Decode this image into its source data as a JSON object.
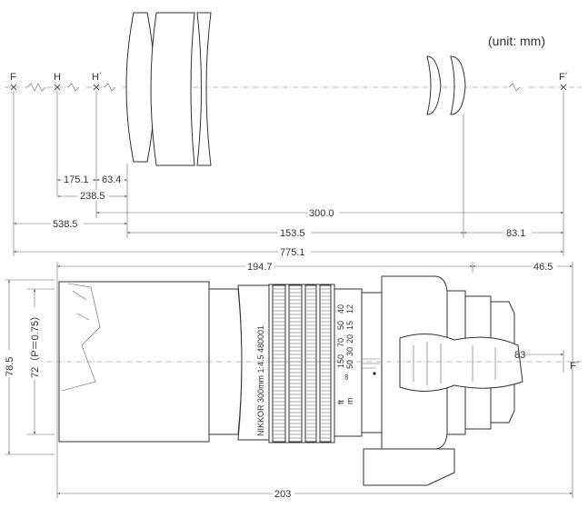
{
  "unit_label": "(unit: mm)",
  "optics": {
    "points": {
      "F": "F",
      "H": "H",
      "H_prime": "H´",
      "F_prime": "F´"
    },
    "dimensions": {
      "f_to_h_short": "175.1",
      "h_prime_to_front": "63.4",
      "h_to_front": "238.5",
      "h_prime_to_f_prime": "300.0",
      "f_to_front": "538.5",
      "front_to_rear": "153.5",
      "rear_to_f_prime": "83.1",
      "f_to_f_prime": "775.1"
    }
  },
  "lens_body": {
    "engraving": "NIKKOR 300mm 1:4.5 480001",
    "distance_scale": {
      "ft_label": "ft",
      "m_label": "m",
      "ft_values": [
        "40",
        "50",
        "70",
        "150",
        "∞"
      ],
      "m_values": [
        "12",
        "15",
        "20",
        "30",
        "50",
        "∞"
      ]
    },
    "dimensions": {
      "length_to_mount": "194.7",
      "mount_to_focal": "46.5",
      "rear_to_focal": "83",
      "focal_label": "F´",
      "diameter": "78.5",
      "filter": "72（P＝0.75）",
      "total_length": "203"
    }
  }
}
